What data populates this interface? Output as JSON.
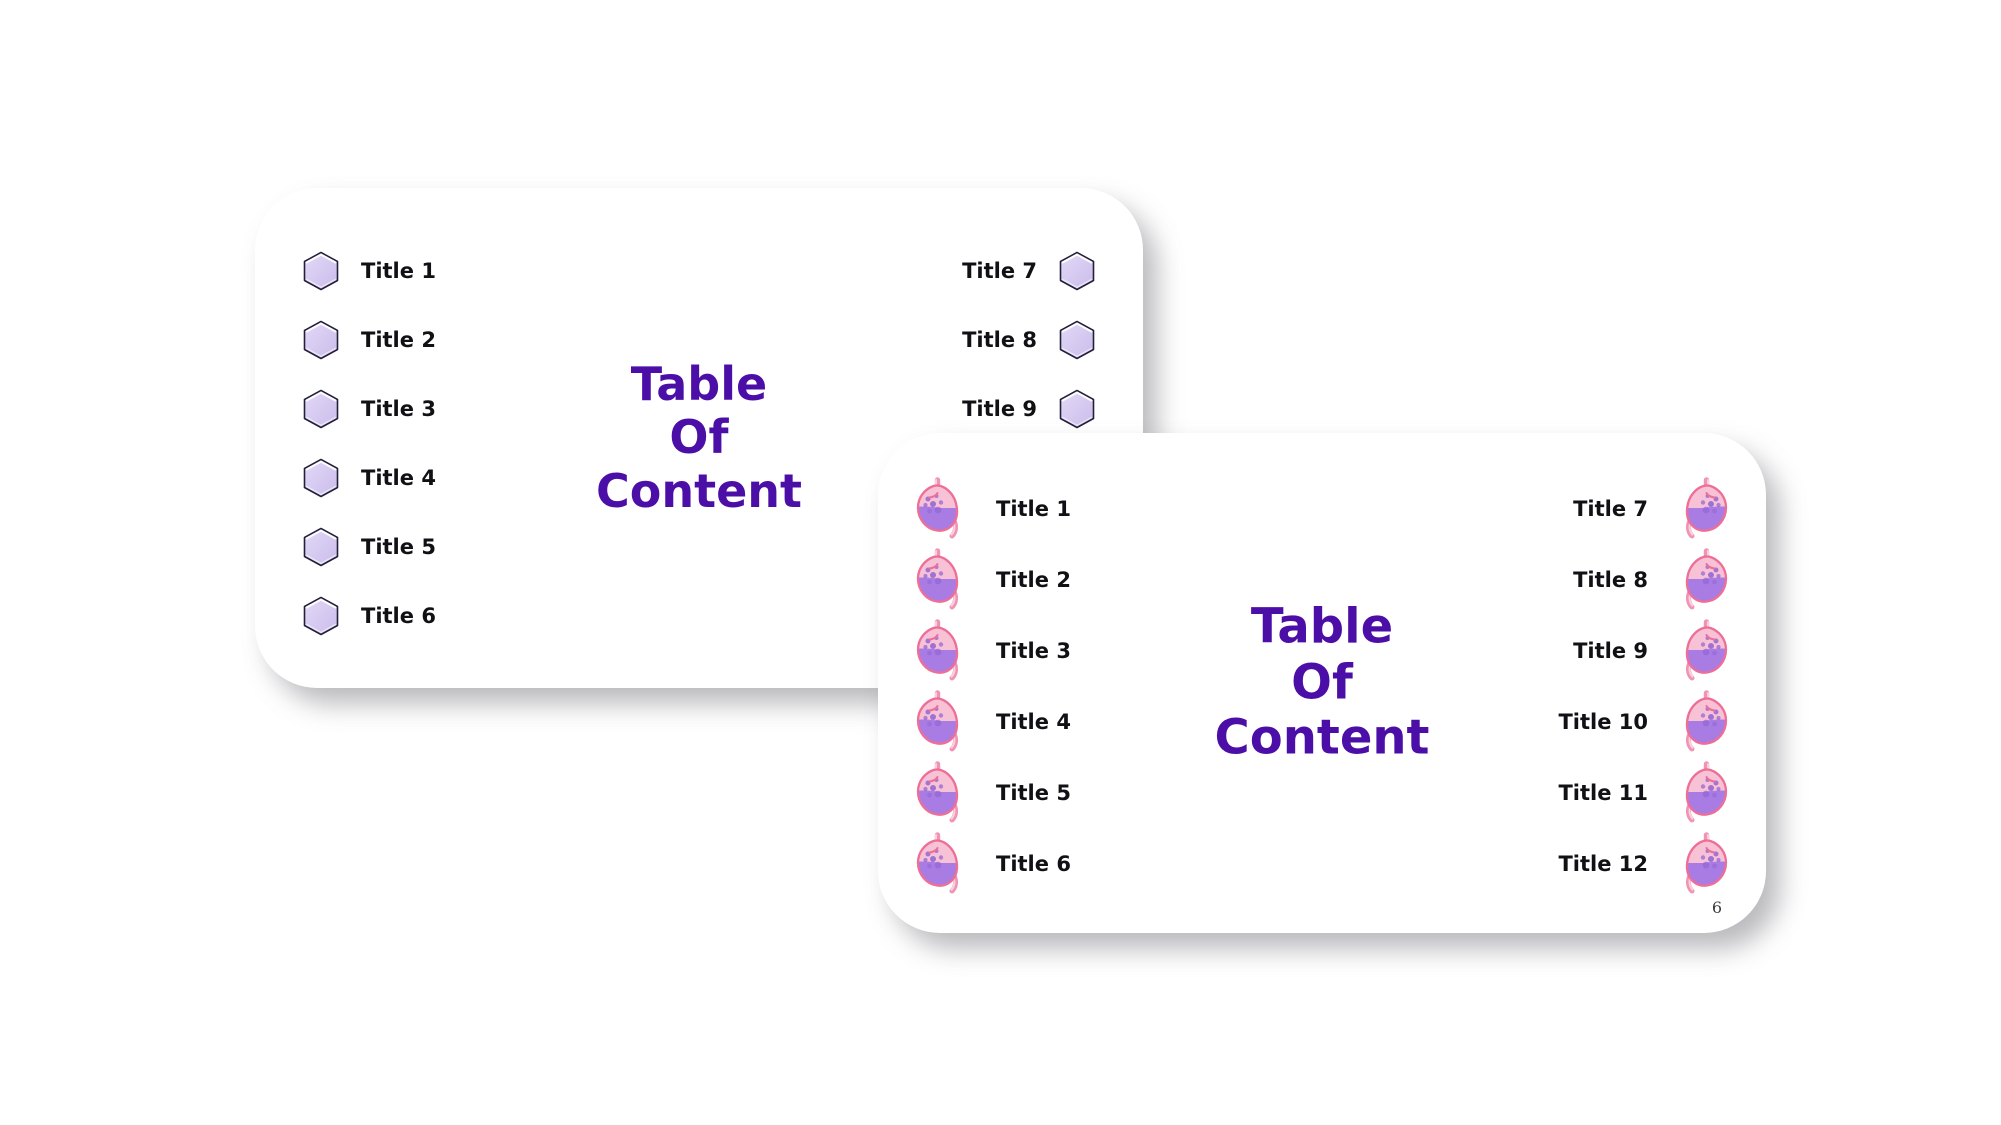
{
  "deck": {
    "page_number": "6",
    "accent_color": "#4B0FA8",
    "hex_fill_color": "#D5C9F0",
    "stomach_pink": "#F2A9C0",
    "stomach_purple": "#A77BE0"
  },
  "slides": [
    {
      "id": "back",
      "title_lines": [
        "Table",
        "Of",
        "Content"
      ],
      "marker_icon": "hexagon-icon",
      "left_items": [
        {
          "label": "Title 1"
        },
        {
          "label": "Title 2"
        },
        {
          "label": "Title 3"
        },
        {
          "label": "Title 4"
        },
        {
          "label": "Title 5"
        },
        {
          "label": "Title 6"
        }
      ],
      "right_items": [
        {
          "label": "Title 7"
        },
        {
          "label": "Title 8"
        },
        {
          "label": "Title 9"
        }
      ]
    },
    {
      "id": "front",
      "title_lines": [
        "Table",
        "Of",
        "Content"
      ],
      "marker_icon": "stomach-icon",
      "left_items": [
        {
          "label": "Title 1"
        },
        {
          "label": "Title 2"
        },
        {
          "label": "Title 3"
        },
        {
          "label": "Title 4"
        },
        {
          "label": "Title 5"
        },
        {
          "label": "Title 6"
        }
      ],
      "right_items": [
        {
          "label": "Title 7"
        },
        {
          "label": "Title 8"
        },
        {
          "label": "Title 9"
        },
        {
          "label": "Title 10"
        },
        {
          "label": "Title 11"
        },
        {
          "label": "Title 12"
        }
      ]
    }
  ]
}
